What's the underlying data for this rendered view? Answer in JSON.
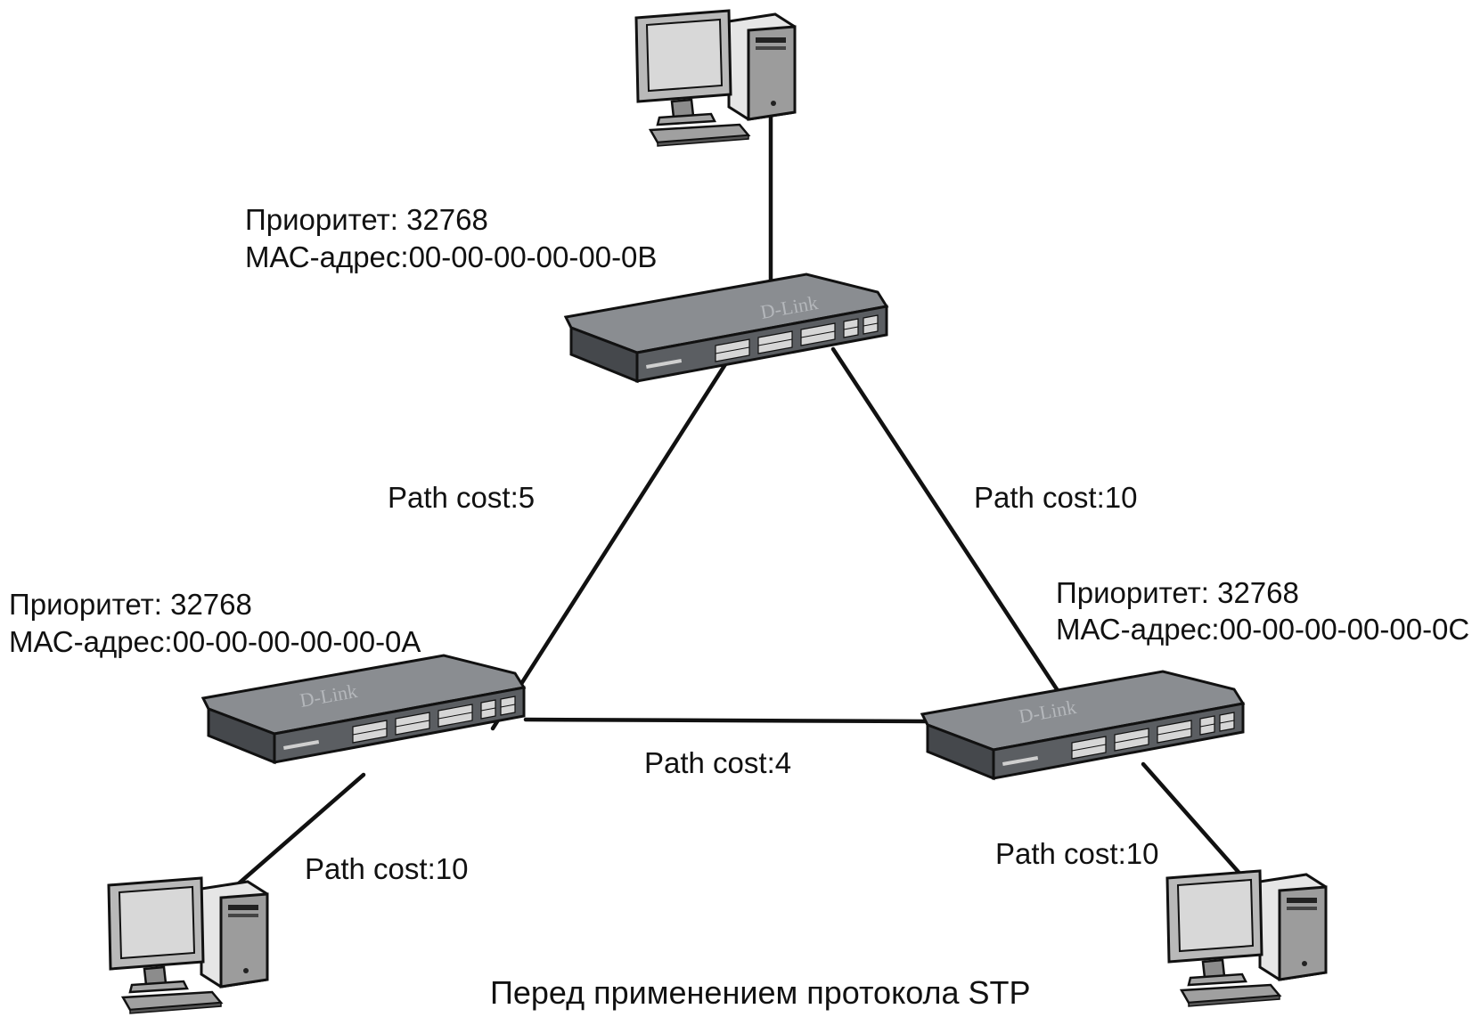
{
  "colors": {
    "line": "#111111",
    "device_body": "#c9c9c9",
    "switch_top": "#8a8d91",
    "switch_front": "#5b5e62",
    "background": "#ffffff"
  },
  "switches": {
    "b": {
      "brand": "D-Link",
      "priority": "Приоритет: 32768",
      "mac": "МАС-адрес:00-00-00-00-00-0В"
    },
    "a": {
      "brand": "D-Link",
      "priority": "Приоритет: 32768",
      "mac": "МАС-адрес:00-00-00-00-00-0А"
    },
    "c": {
      "brand": "D-Link",
      "priority": "Приоритет: 32768",
      "mac": "МАС-адрес:00-00-00-00-00-0С"
    }
  },
  "links": {
    "a_b": "Path cost:5",
    "b_c": "Path cost:10",
    "a_c": "Path cost:4",
    "a_pc": "Path cost:10",
    "c_pc": "Path cost:10"
  },
  "icons": {
    "computer": "desktop-computer-icon",
    "switch": "network-switch-icon"
  },
  "caption": "Перед применением протокола STP"
}
